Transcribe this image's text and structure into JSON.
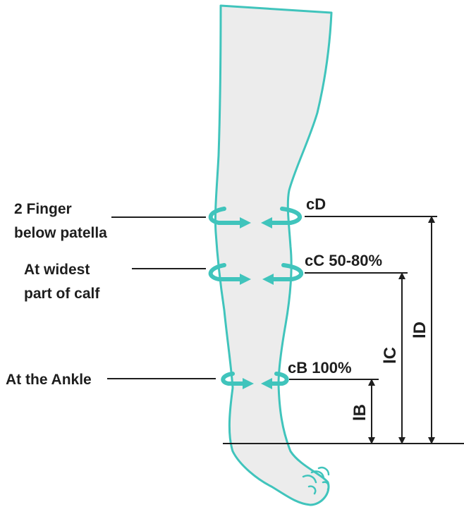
{
  "colors": {
    "leg_fill": "#ececec",
    "leg_outline": "#40c4bc",
    "arrow": "#40c4bc",
    "line": "#1e1e1e",
    "text": "#1e1e1e"
  },
  "left_labels": {
    "d_line1": "2 Finger",
    "d_line2": "below patella",
    "c_line1": "At widest",
    "c_line2": "part of calf",
    "b_line1": "At the Ankle"
  },
  "circumference_labels": {
    "cD": "cD",
    "cC": "cC 50-80%",
    "cB": "cB 100%"
  },
  "length_labels": {
    "lB": "lB",
    "lC": "lC",
    "lD": "lD"
  }
}
